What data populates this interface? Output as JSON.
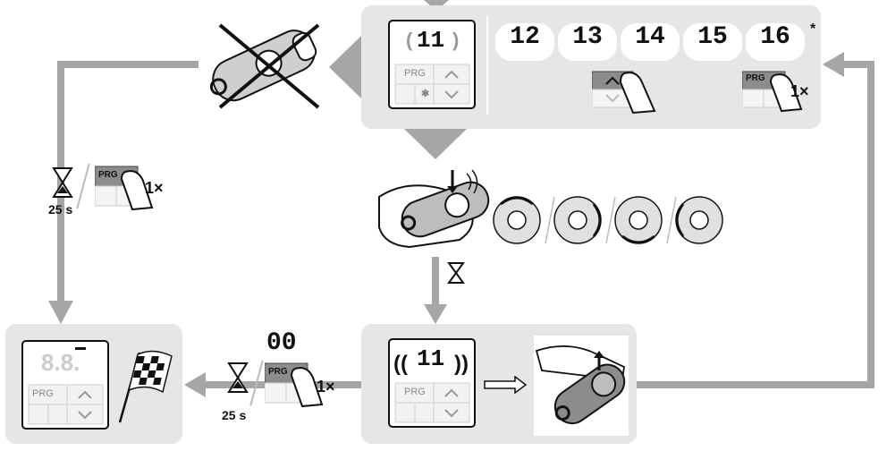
{
  "steps": {
    "top": {
      "display_current": "11",
      "display_sequence": [
        "12",
        "13",
        "14",
        "15",
        "16"
      ],
      "asterisk": "*",
      "press_count": "1×"
    },
    "left": {
      "timer": "25 s",
      "press_count": "1×"
    },
    "bottom_left": {
      "timer": "25 s",
      "press_count": "1×",
      "display_top": "00"
    },
    "bottom_right": {
      "display": "11"
    }
  },
  "control_panel": {
    "prg_label": "PRG",
    "up_arrow": "⌃",
    "down_arrow": "⌄",
    "bluetooth": "✱",
    "radio": "((·))"
  },
  "icons": [
    "remote-crossed-icon",
    "hourglass-icon",
    "finger-press-icon",
    "finish-flag-icon",
    "remote-hand-icon",
    "direction-button-icon"
  ],
  "colors": {
    "panel_bg": "#e6e6e6",
    "arrow_gray": "#a6a6a6",
    "line_dark": "#111111"
  }
}
